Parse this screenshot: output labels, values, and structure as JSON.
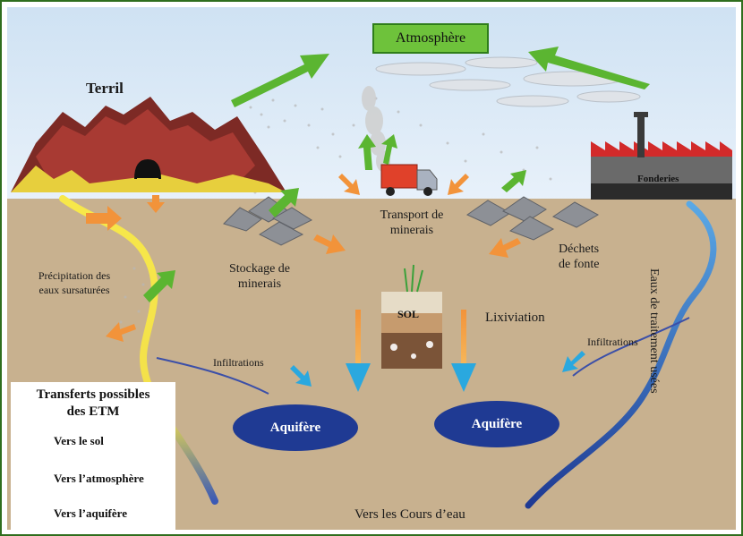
{
  "atmosphere": "Atmosphère",
  "terril": "Terril",
  "fonderies": "Fonderies",
  "transport": {
    "line1": "Transport de",
    "line2": "minerais"
  },
  "stockage": {
    "line1": "Stockage de",
    "line2": "minerais"
  },
  "dechets": {
    "line1": "Déchets",
    "line2": "de fonte"
  },
  "precipitation": {
    "line1": "Précipitation des",
    "line2": "eaux sursaturées"
  },
  "sol": "SOL",
  "lixiviation": "Lixiviation",
  "infiltrations_left": "Infiltrations",
  "infiltrations_right": "Infiltrations",
  "aquifer_left": "Aquifère",
  "aquifer_right": "Aquifère",
  "eaux_traitement": "Eaux de traitement usées",
  "cours_eau": "Vers les Cours d’eau",
  "legend": {
    "title_line1": "Transferts possibles",
    "title_line2": "des ETM",
    "items": [
      "Vers le sol",
      "Vers l’atmosphère",
      "Vers l’aquifère"
    ]
  },
  "colors": {
    "to_soil": "#f2933a",
    "to_atmosphere": "#5bb531",
    "to_aquifer": "#2aa8df",
    "sky": "#dbeaf7",
    "ground": "#c8b18f",
    "aquifer": "#1f3a93",
    "border": "#2f6e1e"
  }
}
